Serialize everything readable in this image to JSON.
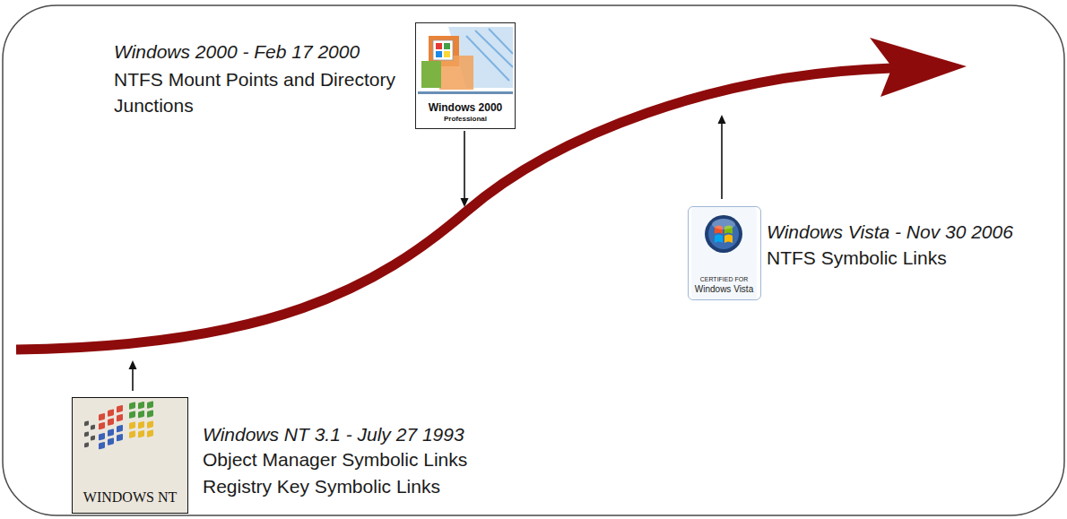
{
  "diagram": {
    "nodes": [
      {
        "text": [
          "Windows 2000",
          "Professional"
        ]
      },
      {
        "text": [
          "CERTIFIED FOR",
          "Windows Vista"
        ]
      },
      {
        "text": [
          "WINDOWS NT"
        ]
      }
    ],
    "labels": [
      "Windows 2000 - Feb 17 2000",
      "NTFS Mount Points and Directory Junctions",
      "Windows Vista - Nov 30 2006",
      "NTFS Symbolic Links",
      "Windows NT 3.1 - July 27 1993",
      "Object Manager Symbolic Links",
      "Registry Key Symbolic Links"
    ]
  }
}
